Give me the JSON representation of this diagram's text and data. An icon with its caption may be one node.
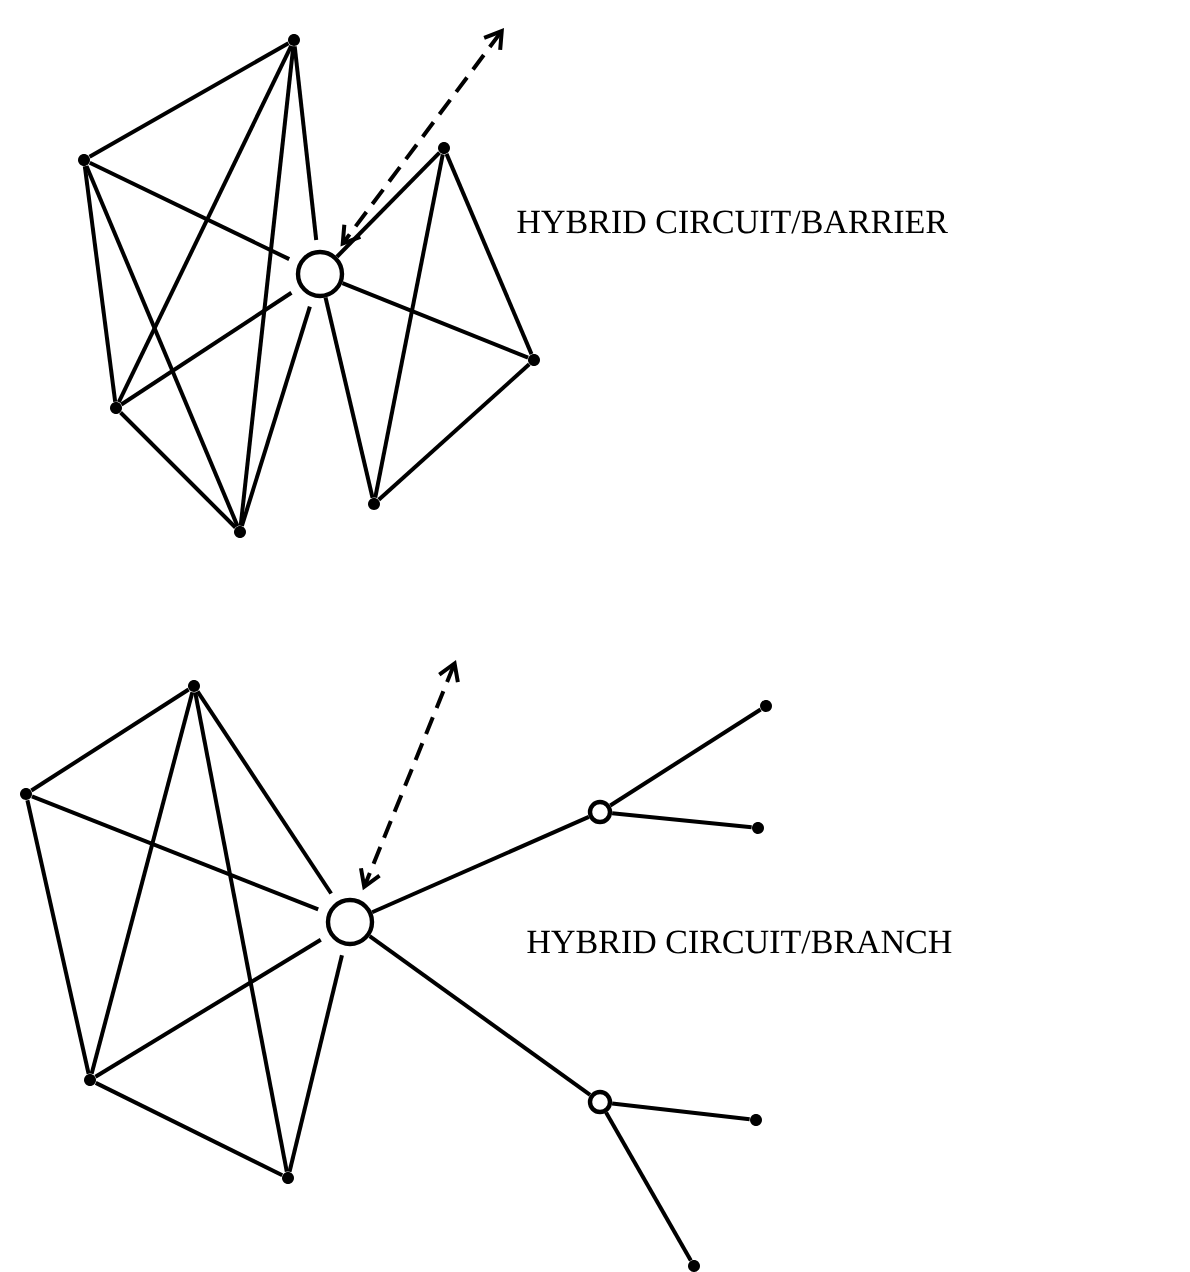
{
  "diagram": {
    "nodes": [
      {
        "text": [],
        "shape": "dot"
      },
      {
        "text": [],
        "shape": "dot"
      },
      {
        "text": [],
        "shape": "dot"
      },
      {
        "text": [],
        "shape": "dot"
      },
      {
        "text": [],
        "shape": "circle"
      },
      {
        "text": [],
        "shape": "dot"
      },
      {
        "text": [],
        "shape": "dot"
      },
      {
        "text": [],
        "shape": "dot"
      },
      {
        "text": [],
        "shape": "dot"
      },
      {
        "text": [],
        "shape": "dot"
      },
      {
        "text": [],
        "shape": "dot"
      },
      {
        "text": [],
        "shape": "dot"
      },
      {
        "text": [],
        "shape": "circle"
      },
      {
        "text": [],
        "shape": "circle"
      },
      {
        "text": [],
        "shape": "dot"
      },
      {
        "text": [],
        "shape": "dot"
      },
      {
        "text": [],
        "shape": "circle"
      },
      {
        "text": [],
        "shape": "dot"
      },
      {
        "text": [],
        "shape": "dot"
      }
    ],
    "edges": [
      {
        "from": 1,
        "to": 0,
        "arrow": "none"
      },
      {
        "from": 0,
        "to": 2,
        "arrow": "none"
      },
      {
        "from": 0,
        "to": 3,
        "arrow": "none"
      },
      {
        "from": 0,
        "to": 4,
        "arrow": "none"
      },
      {
        "from": 1,
        "to": 4,
        "arrow": "none"
      },
      {
        "from": 1,
        "to": 2,
        "arrow": "none"
      },
      {
        "from": 1,
        "to": 3,
        "arrow": "none"
      },
      {
        "from": 2,
        "to": 4,
        "arrow": "none"
      },
      {
        "from": 2,
        "to": 3,
        "arrow": "none"
      },
      {
        "from": 3,
        "to": 4,
        "arrow": "none"
      },
      {
        "from": 4,
        "to": 7,
        "arrow": "none"
      },
      {
        "from": 4,
        "to": 6,
        "arrow": "none"
      },
      {
        "from": 4,
        "to": 5,
        "arrow": "none"
      },
      {
        "from": 5,
        "to": 7,
        "arrow": "none"
      },
      {
        "from": 5,
        "to": 6,
        "arrow": "none"
      },
      {
        "from": 6,
        "to": 7,
        "arrow": "none"
      },
      {
        "from": null,
        "to": 4,
        "arrow": "both",
        "style": "dashed"
      },
      {
        "from": 9,
        "to": 8,
        "arrow": "none"
      },
      {
        "from": 8,
        "to": 10,
        "arrow": "none"
      },
      {
        "from": 8,
        "to": 11,
        "arrow": "none"
      },
      {
        "from": 8,
        "to": 12,
        "arrow": "none"
      },
      {
        "from": 9,
        "to": 12,
        "arrow": "none"
      },
      {
        "from": 9,
        "to": 10,
        "arrow": "none"
      },
      {
        "from": 10,
        "to": 12,
        "arrow": "none"
      },
      {
        "from": 10,
        "to": 11,
        "arrow": "none"
      },
      {
        "from": 11,
        "to": 12,
        "arrow": "none"
      },
      {
        "from": 12,
        "to": 13,
        "arrow": "none"
      },
      {
        "from": 13,
        "to": 14,
        "arrow": "none"
      },
      {
        "from": 13,
        "to": 15,
        "arrow": "none"
      },
      {
        "from": 12,
        "to": 16,
        "arrow": "none"
      },
      {
        "from": 16,
        "to": 17,
        "arrow": "none"
      },
      {
        "from": 16,
        "to": 18,
        "arrow": "none"
      },
      {
        "from": null,
        "to": 12,
        "arrow": "both",
        "style": "dashed"
      }
    ],
    "labels": [
      "HYBRID CIRCUIT/BARRIER",
      "HYBRID CIRCUIT/BRANCH"
    ]
  }
}
